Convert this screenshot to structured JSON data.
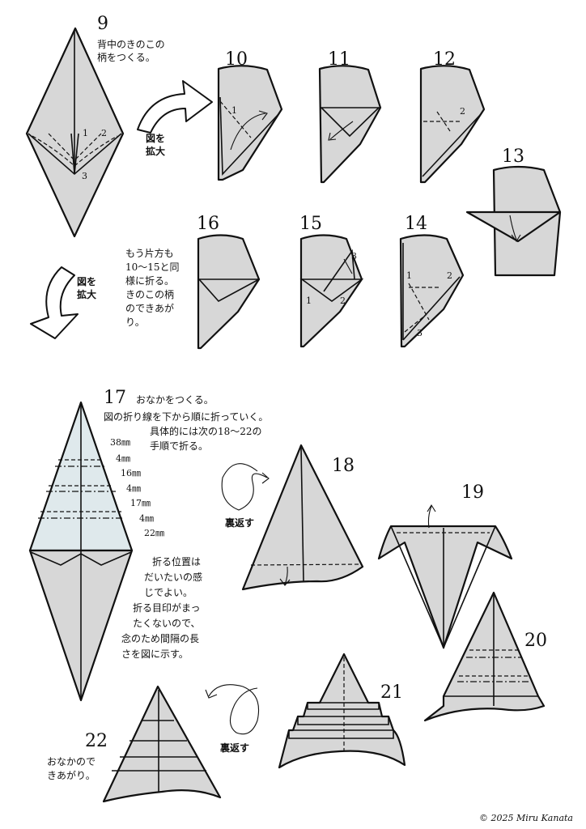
{
  "steps": {
    "s9": {
      "num": "9",
      "caption": [
        "背中のきのこの",
        "柄をつくる。"
      ],
      "labels": [
        "1",
        "2",
        "3"
      ]
    },
    "s10": {
      "num": "10",
      "labels": [
        "1"
      ]
    },
    "s11": {
      "num": "11"
    },
    "s12": {
      "num": "12",
      "labels": [
        "2"
      ]
    },
    "s13": {
      "num": "13"
    },
    "s14": {
      "num": "14",
      "labels": [
        "1",
        "2",
        "3"
      ]
    },
    "s15": {
      "num": "15",
      "labels": [
        "1",
        "2",
        "3"
      ]
    },
    "s16": {
      "num": "16",
      "caption": [
        "もう片方も",
        "10～15と同",
        "様に折る。",
        "きのこの柄",
        "のできあが",
        "り。"
      ]
    },
    "s17": {
      "num": "17",
      "caption": [
        "おなかをつくる。",
        "図の折り線を下から順に折っていく。",
        "具体的には次の18～22の",
        "手順で折る。"
      ],
      "measures": [
        "38㎜",
        "4㎜",
        "16㎜",
        "4㎜",
        "17㎜",
        "4㎜",
        "22㎜"
      ],
      "note": [
        "折る位置は",
        "だいたいの感",
        "じでよい。",
        "折る目印がまっ",
        "たくないので、",
        "念のため間隔の長",
        "さを図に示す。"
      ]
    },
    "s18": {
      "num": "18"
    },
    "s19": {
      "num": "19"
    },
    "s20": {
      "num": "20"
    },
    "s21": {
      "num": "21"
    },
    "s22": {
      "num": "22",
      "caption": [
        "おなかので",
        "きあがり。"
      ]
    }
  },
  "arrows": {
    "enlarge1": [
      "図を",
      "拡大"
    ],
    "enlarge2": [
      "図を",
      "拡大"
    ],
    "turn1": "裏返す",
    "turn2": "裏返す"
  },
  "copyright": "© 2025 Miru Kanata"
}
